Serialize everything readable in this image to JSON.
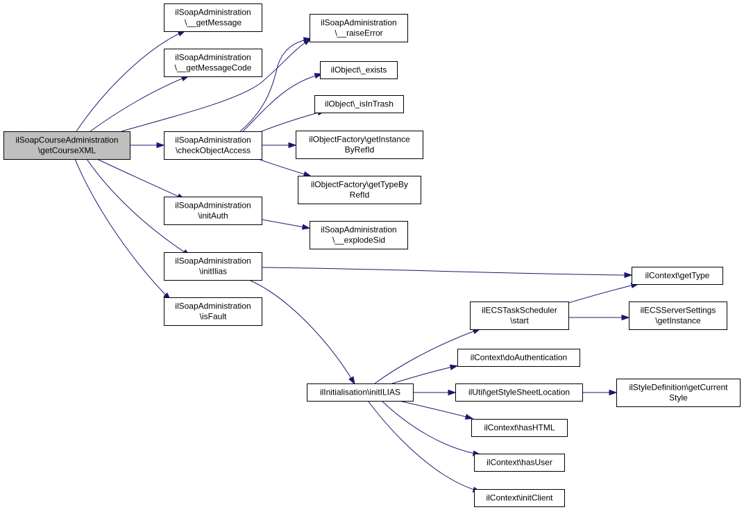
{
  "graph": {
    "root": "ilSoapCourseAdministration\\getCourseXML",
    "nodes": [
      {
        "id": "root",
        "lines": [
          "ilSoapCourseAdministration",
          "\\getCourseXML"
        ],
        "highlighted": true
      },
      {
        "id": "getMessage",
        "lines": [
          "ilSoapAdministration",
          "\\__getMessage"
        ]
      },
      {
        "id": "getMessageCode",
        "lines": [
          "ilSoapAdministration",
          "\\__getMessageCode"
        ]
      },
      {
        "id": "checkObjectAccess",
        "lines": [
          "ilSoapAdministration",
          "\\checkObjectAccess"
        ]
      },
      {
        "id": "initAuth",
        "lines": [
          "ilSoapAdministration",
          "\\initAuth"
        ]
      },
      {
        "id": "initIlias",
        "lines": [
          "ilSoapAdministration",
          "\\initIlias"
        ]
      },
      {
        "id": "isFault",
        "lines": [
          "ilSoapAdministration",
          "\\isFault"
        ]
      },
      {
        "id": "raiseError",
        "lines": [
          "ilSoapAdministration",
          "\\__raiseError"
        ]
      },
      {
        "id": "exists",
        "lines": [
          "ilObject\\_exists"
        ]
      },
      {
        "id": "isInTrash",
        "lines": [
          "ilObject\\_isInTrash"
        ]
      },
      {
        "id": "getInstanceByRefId",
        "lines": [
          "ilObjectFactory\\getInstance",
          "ByRefId"
        ]
      },
      {
        "id": "getTypeByRefId",
        "lines": [
          "ilObjectFactory\\getTypeBy",
          "RefId"
        ]
      },
      {
        "id": "explodeSid",
        "lines": [
          "ilSoapAdministration",
          "\\__explodeSid"
        ]
      },
      {
        "id": "initILIAS2",
        "lines": [
          "ilInitialisation\\initILIAS"
        ]
      },
      {
        "id": "ecsStart",
        "lines": [
          "ilECSTaskScheduler",
          "\\start"
        ]
      },
      {
        "id": "doAuthentication",
        "lines": [
          "ilContext\\doAuthentication"
        ]
      },
      {
        "id": "getStyleSheetLocation",
        "lines": [
          "ilUtil\\getStyleSheetLocation"
        ]
      },
      {
        "id": "hasHTML",
        "lines": [
          "ilContext\\hasHTML"
        ]
      },
      {
        "id": "hasUser",
        "lines": [
          "ilContext\\hasUser"
        ]
      },
      {
        "id": "initClient",
        "lines": [
          "ilContext\\initClient"
        ]
      },
      {
        "id": "getType",
        "lines": [
          "ilContext\\getType"
        ]
      },
      {
        "id": "ecsGetInstance",
        "lines": [
          "ilECSServerSettings",
          "\\getInstance"
        ]
      },
      {
        "id": "getCurrentStyle",
        "lines": [
          "ilStyleDefinition\\getCurrent",
          "Style"
        ]
      }
    ],
    "edges": [
      {
        "from": "root",
        "to": "getMessage"
      },
      {
        "from": "root",
        "to": "getMessageCode"
      },
      {
        "from": "root",
        "to": "raiseError"
      },
      {
        "from": "root",
        "to": "checkObjectAccess"
      },
      {
        "from": "root",
        "to": "initAuth"
      },
      {
        "from": "root",
        "to": "initIlias"
      },
      {
        "from": "root",
        "to": "isFault"
      },
      {
        "from": "checkObjectAccess",
        "to": "raiseError"
      },
      {
        "from": "checkObjectAccess",
        "to": "exists"
      },
      {
        "from": "checkObjectAccess",
        "to": "isInTrash"
      },
      {
        "from": "checkObjectAccess",
        "to": "getInstanceByRefId"
      },
      {
        "from": "checkObjectAccess",
        "to": "getTypeByRefId"
      },
      {
        "from": "initAuth",
        "to": "explodeSid"
      },
      {
        "from": "initIlias",
        "to": "getType"
      },
      {
        "from": "initIlias",
        "to": "initILIAS2"
      },
      {
        "from": "initILIAS2",
        "to": "ecsStart"
      },
      {
        "from": "initILIAS2",
        "to": "doAuthentication"
      },
      {
        "from": "initILIAS2",
        "to": "getStyleSheetLocation"
      },
      {
        "from": "initILIAS2",
        "to": "hasHTML"
      },
      {
        "from": "initILIAS2",
        "to": "hasUser"
      },
      {
        "from": "initILIAS2",
        "to": "initClient"
      },
      {
        "from": "ecsStart",
        "to": "getType"
      },
      {
        "from": "ecsStart",
        "to": "ecsGetInstance"
      },
      {
        "from": "getStyleSheetLocation",
        "to": "getCurrentStyle"
      }
    ]
  },
  "colors": {
    "edge": "#191970",
    "node_border": "#000000",
    "node_fill": "#ffffff",
    "root_fill": "#bfbfbf",
    "background": "#ffffff"
  }
}
